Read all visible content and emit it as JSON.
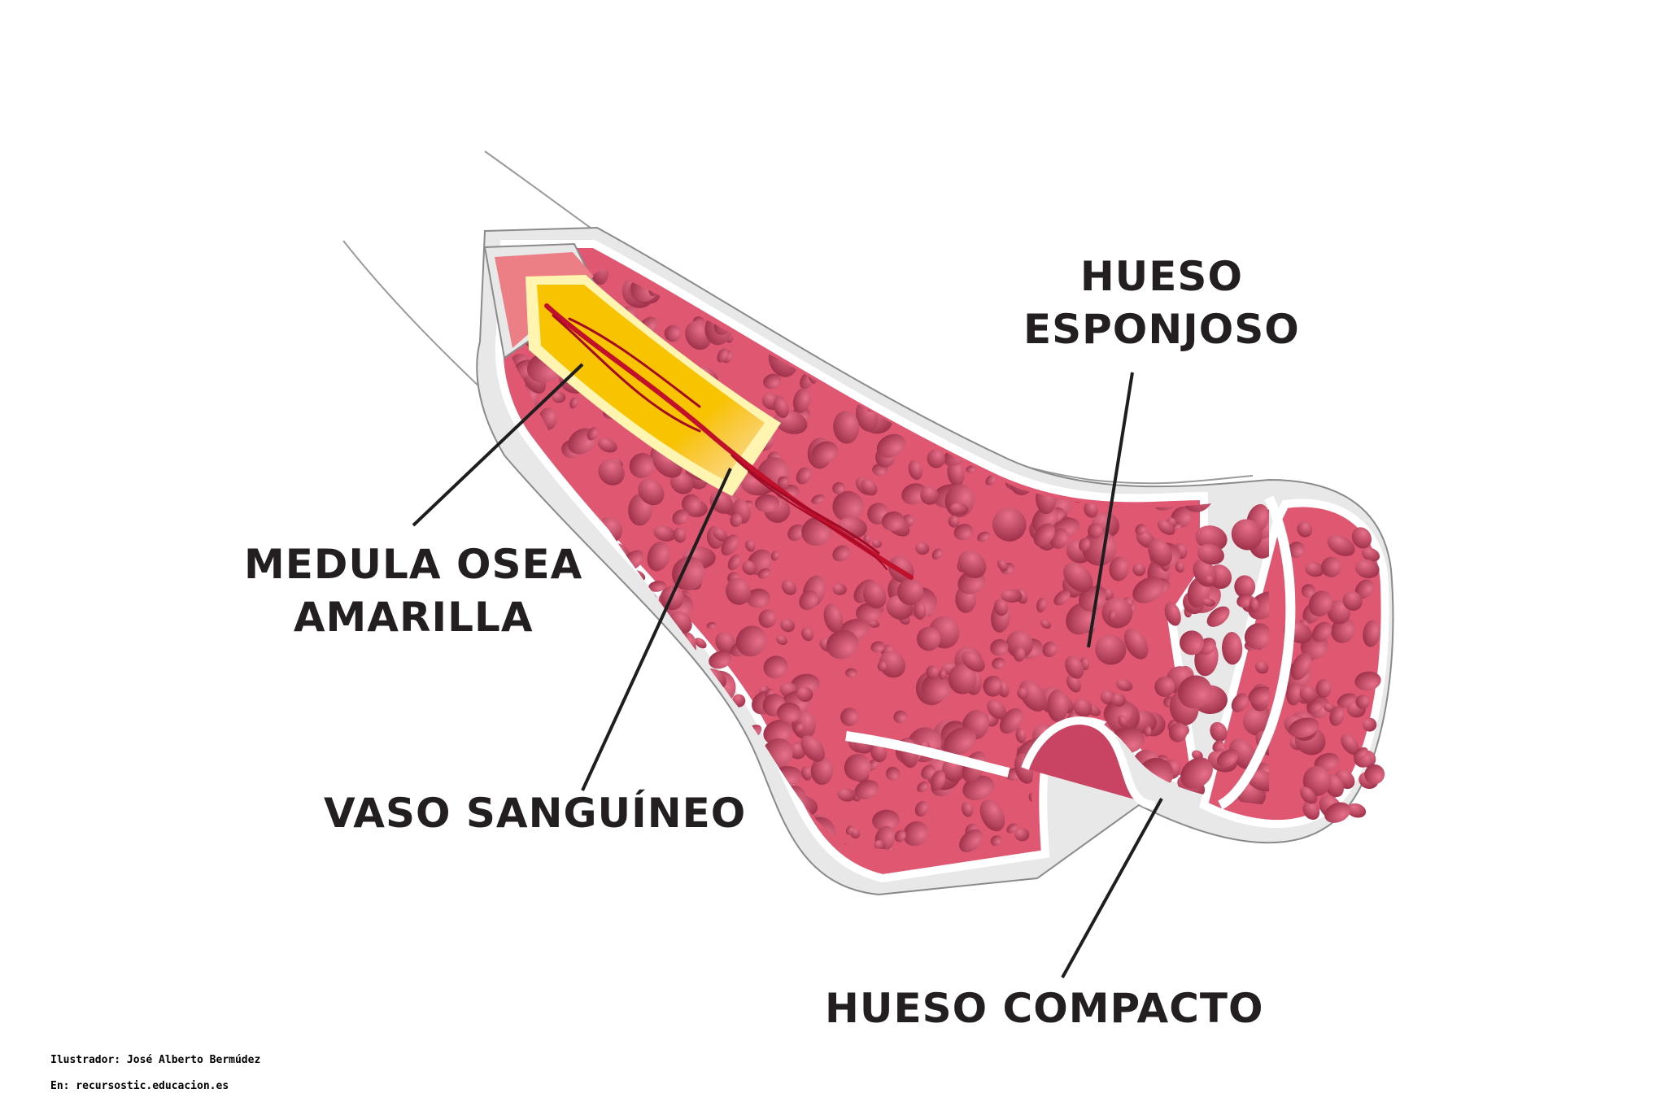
{
  "labels": {
    "hueso_esponjoso": [
      "HUESO",
      "ESPONJOSO"
    ],
    "medula": [
      "MEDULA OSEA",
      "AMARILLA"
    ],
    "vaso": "VASO SANGUÍNEO",
    "compacto": "HUESO COMPACTO"
  },
  "credits": {
    "illustrator": "Ilustrador: José Alberto Bermúdez",
    "source": "En: recursostic.educacion.es"
  },
  "colors": {
    "spongy": "#e05772",
    "pores": "#b83f5a",
    "marrow": "#f7c100",
    "vessel": "#c0102c",
    "cartilage": "#e8e8e8",
    "line": "#1e1e1e"
  }
}
